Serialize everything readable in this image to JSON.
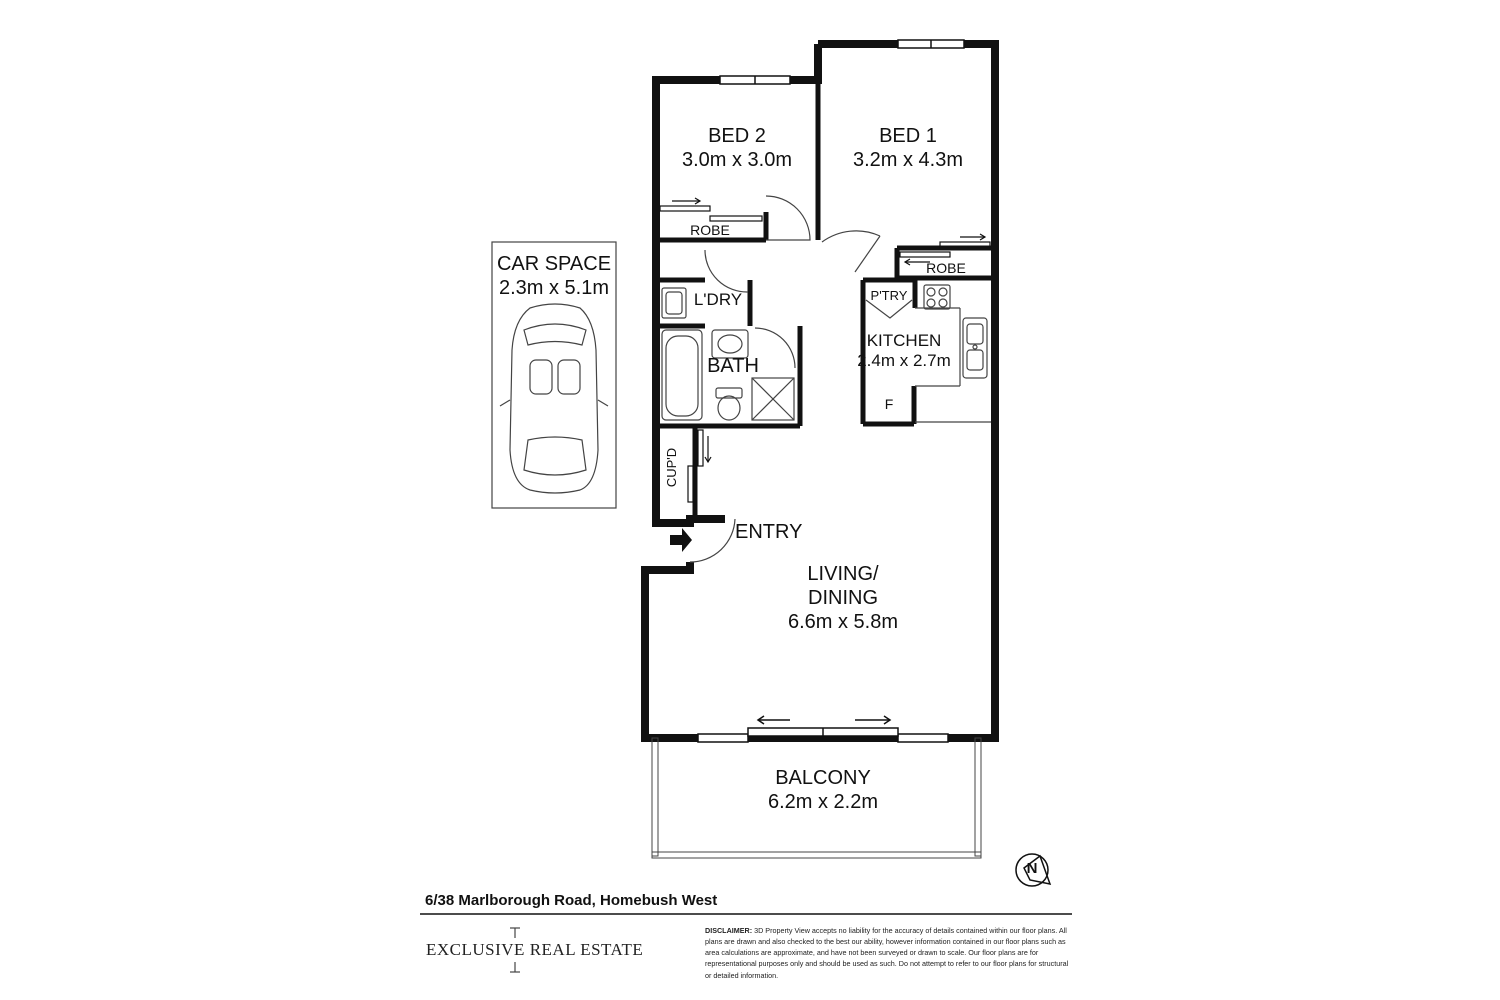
{
  "rooms": {
    "bed2": {
      "name": "BED 2",
      "size": "3.0m x 3.0m"
    },
    "bed1": {
      "name": "BED 1",
      "size": "3.2m x 4.3m"
    },
    "car_space": {
      "name": "CAR SPACE",
      "size": "2.3m x 5.1m"
    },
    "robe_left": {
      "name": "ROBE"
    },
    "robe_right": {
      "name": "ROBE"
    },
    "laundry": {
      "name": "L'DRY"
    },
    "pantry": {
      "name": "P'TRY"
    },
    "kitchen": {
      "name": "KITCHEN",
      "size": "2.4m x 2.7m"
    },
    "bath": {
      "name": "BATH"
    },
    "fridge": {
      "name": "F"
    },
    "cupboard": {
      "name": "CUP'D"
    },
    "entry": {
      "name": "ENTRY"
    },
    "living": {
      "name_line1": "LIVING/",
      "name_line2": "DINING",
      "size": "6.6m x 5.8m"
    },
    "balcony": {
      "name": "BALCONY",
      "size": "6.2m x 2.2m"
    }
  },
  "footer": {
    "address": "6/38 Marlborough Road, Homebush West",
    "agency_logo_text": "EXCLUSIVE REAL ESTATE",
    "disclaimer_label": "DISCLAIMER:",
    "disclaimer_text": "3D Property View accepts no liability for the accuracy of details contained within our floor plans. All plans are drawn and also checked to the best our ability, however information contained in our floor plans such as area calculations are approximate, and have not been surveyed or drawn to scale. Our floor plans are for representational purposes only and should be used as such. Do not attempt to refer to our floor plans for structural or detailed information."
  },
  "compass": {
    "label": "N",
    "icon": "north-compass-icon"
  },
  "colors": {
    "wall": "#111111",
    "background": "#ffffff",
    "fixture": "#444444"
  }
}
